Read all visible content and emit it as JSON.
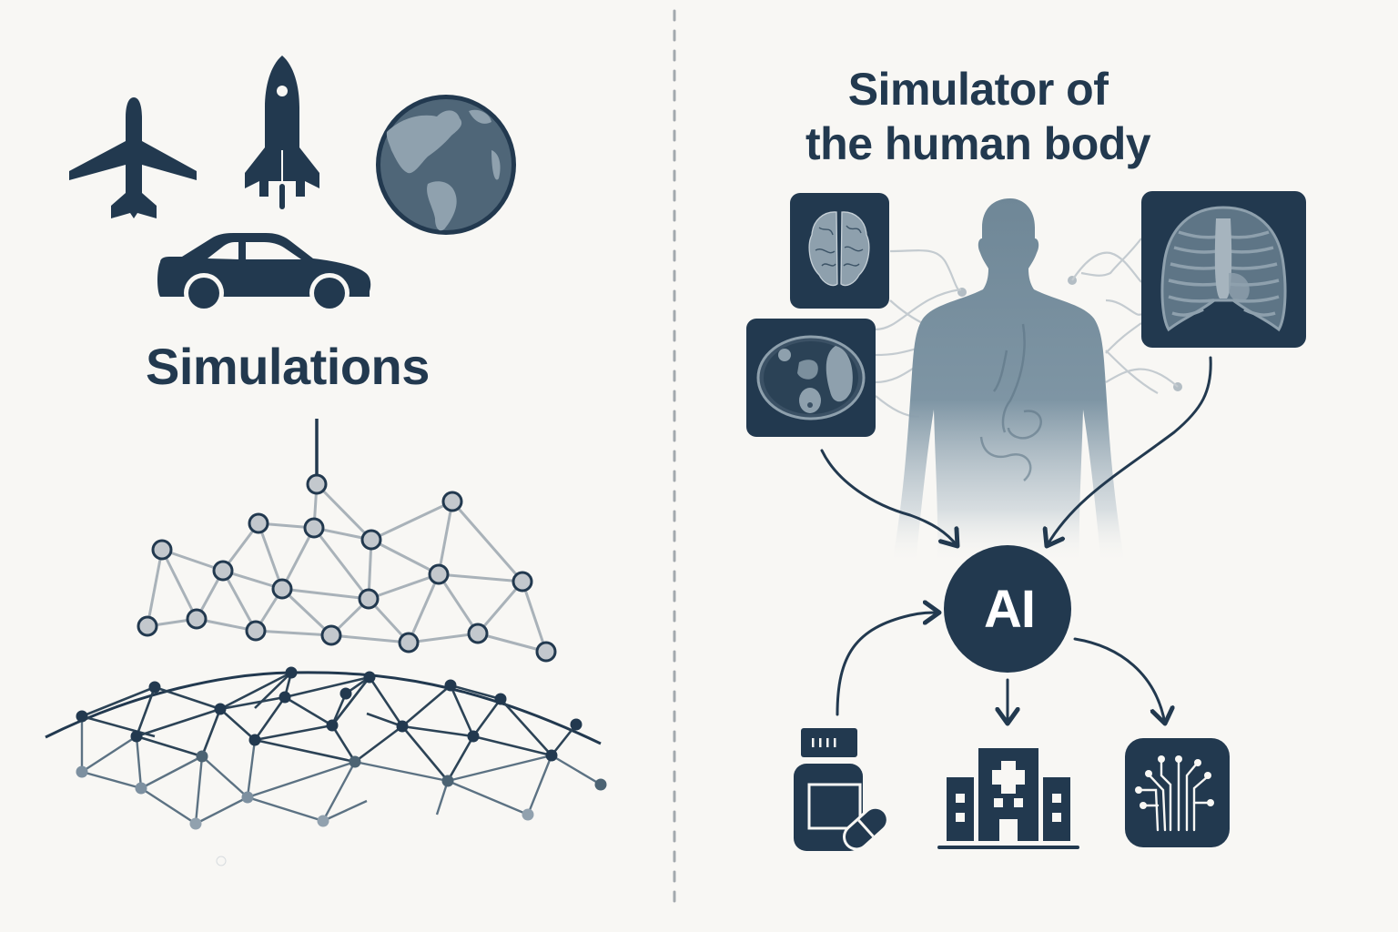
{
  "colors": {
    "background": "#f8f7f4",
    "primary": "#22394f",
    "body_silhouette": "#6f8797",
    "node_fill": "#c3c8cd",
    "edge_light": "#a9b2b9",
    "divider": "#a3a9ae",
    "scan_fill": "#8ea0ad"
  },
  "left_panel": {
    "title": "Simulations",
    "icons": [
      "airplane-icon",
      "rocket-icon",
      "globe-icon",
      "car-icon"
    ],
    "graphics": [
      "node-network-graph",
      "curved-mesh-surface"
    ]
  },
  "divider": {
    "style": "dashed",
    "orientation": "vertical"
  },
  "right_panel": {
    "title_line1": "Simulator of",
    "title_line2": "the human body",
    "inputs": [
      "brain-scan-image",
      "abdominal-ct-scan-image",
      "chest-xray-image"
    ],
    "center_figure": "human-body-silhouette",
    "hub": {
      "label": "AI"
    },
    "outputs": [
      "medication-icon",
      "hospital-icon",
      "digital-circuit-icon"
    ],
    "flows": [
      {
        "from": "scans-left",
        "to": "AI"
      },
      {
        "from": "chest-xray",
        "to": "AI"
      },
      {
        "from": "medication",
        "to": "AI"
      },
      {
        "from": "AI",
        "to": "hospital"
      },
      {
        "from": "AI",
        "to": "digital-circuit"
      }
    ]
  }
}
